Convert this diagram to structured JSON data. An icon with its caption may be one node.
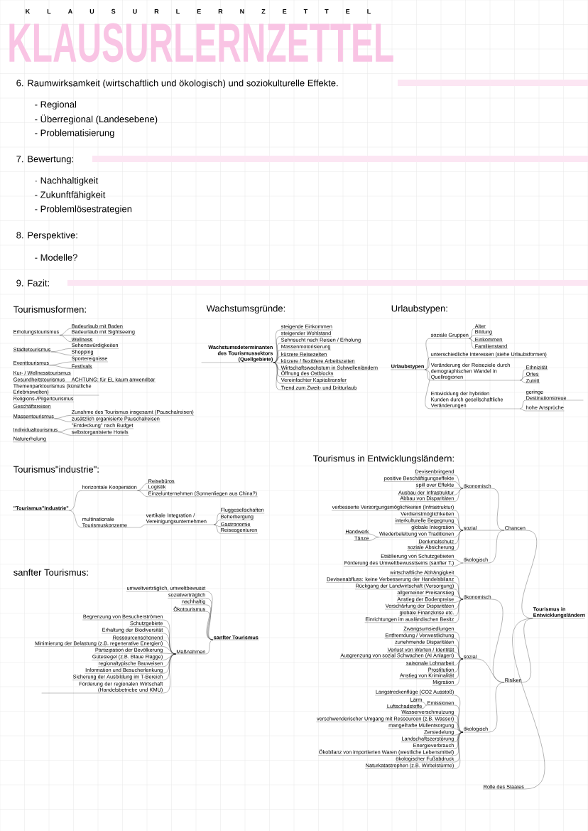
{
  "diagram": {
    "title": "KLAUSURLERNZETTEL",
    "nodes": [
      {
        "text": [
          "Erholungstourismus"
        ]
      },
      {
        "text": [
          "Badeurlaub mit Baden"
        ]
      },
      {
        "text": [
          "Badeurlaub mit Sightseeing"
        ]
      },
      {
        "text": [
          "Wellness"
        ]
      },
      {
        "text": [
          "Städtetourismus"
        ]
      },
      {
        "text": [
          "Sehenswürdigkeiten"
        ]
      },
      {
        "text": [
          "Shopping"
        ]
      },
      {
        "text": [
          "Eventtourismus"
        ]
      },
      {
        "text": [
          "Sportereignisse"
        ]
      },
      {
        "text": [
          "Festivals"
        ]
      },
      {
        "text": [
          "Kur- / Wellnesstourismus"
        ]
      },
      {
        "text": [
          "Gesundheitstourismus"
        ]
      },
      {
        "text": [
          "ACHTUNG: für EL kaum anwendbar"
        ]
      },
      {
        "text": [
          "Themenparktourismus (künstliche Erlebniswelten)"
        ]
      },
      {
        "text": [
          "Religions-/Pilgertourismus"
        ]
      },
      {
        "text": [
          "Geschäftsreisen"
        ]
      },
      {
        "text": [
          "Massentourismus"
        ]
      },
      {
        "text": [
          "Zunahme des Tourismus insgesamt (Pauschalreisen)"
        ]
      },
      {
        "text": [
          "zusätzlich organisierte Pauschalreisen"
        ]
      },
      {
        "text": [
          "Individualtourismus"
        ]
      },
      {
        "text": [
          "\"Entdeckung\" nach Budget"
        ]
      },
      {
        "text": [
          "selbstorganisierte Hotels"
        ]
      },
      {
        "text": [
          "Naturerholung"
        ]
      },
      {
        "text": [
          "Wachstumsdeterminanten des Tourismussektors (Quellgebiete)"
        ]
      },
      {
        "text": [
          "steigende Einkommen"
        ]
      },
      {
        "text": [
          "steigender Wohlstand"
        ]
      },
      {
        "text": [
          "Sehnsucht nach Reisen / Erholung"
        ]
      },
      {
        "text": [
          "Massenmotorisierung"
        ]
      },
      {
        "text": [
          "kürzere Reisezeiten"
        ]
      },
      {
        "text": [
          "kürzere / flexiblere Arbeitszeiten"
        ]
      },
      {
        "text": [
          "Wirtschaftswachstum in Schwellenländern"
        ]
      },
      {
        "text": [
          "Öffnung des Ostblocks"
        ]
      },
      {
        "text": [
          "Vereinfachter Kapitaltransfer"
        ]
      },
      {
        "text": [
          "Trend zum Zweit- und Dritturlaub"
        ]
      },
      {
        "text": [
          "Urlaubstypen"
        ]
      },
      {
        "text": [
          "soziale Gruppen"
        ]
      },
      {
        "text": [
          "Alter"
        ]
      },
      {
        "text": [
          "Bildung"
        ]
      },
      {
        "text": [
          "Einkommen"
        ]
      },
      {
        "text": [
          "Familienstand"
        ]
      },
      {
        "text": [
          "unterschiedliche Interessen (siehe Urlaubsformen)"
        ]
      },
      {
        "text": [
          "Veränderung der Reiseziele durch demographischen Wandel in Quellregionen"
        ]
      },
      {
        "text": [
          "Ethnizität"
        ]
      },
      {
        "text": [
          "Ortes"
        ]
      },
      {
        "text": [
          "Zutritt"
        ]
      },
      {
        "text": [
          "Entwicklung der hybriden Kunden durch gesellschaftliche Veränderungen"
        ]
      },
      {
        "text": [
          "geringe Destinationstreue"
        ]
      },
      {
        "text": [
          "hohe Ansprüche"
        ]
      },
      {
        "text": [
          "\"Tourismus\"Industrie\""
        ]
      },
      {
        "text": [
          "horizontale Kooperation"
        ]
      },
      {
        "text": [
          "Reisebüros"
        ]
      },
      {
        "text": [
          "Logistik"
        ]
      },
      {
        "text": [
          "Einzelunternehmen (Sonnenliegen aus China?)"
        ]
      },
      {
        "text": [
          "multinationale Tourismuskonzerne"
        ]
      },
      {
        "text": [
          "vertikale Integration / Vereinigungsunternehmen"
        ]
      },
      {
        "text": [
          "Fluggesellschaften"
        ]
      },
      {
        "text": [
          "Beherbergung"
        ]
      },
      {
        "text": [
          "Gastronomie"
        ]
      },
      {
        "text": [
          "Reiseagenturen"
        ]
      },
      {
        "text": [
          "sanfter Tourismus"
        ]
      },
      {
        "text": [
          "umweltverträglich, umweltbewusst"
        ]
      },
      {
        "text": [
          "sozialverträglich"
        ]
      },
      {
        "text": [
          "nachhaltig"
        ]
      },
      {
        "text": [
          "Ökotourismus"
        ]
      },
      {
        "text": [
          "Maßnahmen"
        ]
      },
      {
        "text": [
          "Begrenzung von Besucherströmen"
        ]
      },
      {
        "text": [
          "Schutzgebiete"
        ]
      },
      {
        "text": [
          "Erhaltung der Biodiversität"
        ]
      },
      {
        "text": [
          "Ressourcenschonend"
        ]
      },
      {
        "text": [
          "Minimierung der Belastung (z.B. regenerative Energien)"
        ]
      },
      {
        "text": [
          "Partizipation der Bevölkerung"
        ]
      },
      {
        "text": [
          "Gütesiegel (z.B. Blaue Flagge)"
        ]
      },
      {
        "text": [
          "regionaltypische Bauweisen"
        ]
      },
      {
        "text": [
          "Information und Besucherlenkung"
        ]
      },
      {
        "text": [
          "Sicherung der Ausbildung im T-Bereich"
        ]
      },
      {
        "text": [
          "Förderung der regionalen Wirtschaft (Handelsbetriebe und KMU)"
        ]
      },
      {
        "text": [
          "Tourismus in Entwicklungsländern"
        ]
      },
      {
        "text": [
          "Chancen"
        ]
      },
      {
        "text": [
          "Risiken"
        ]
      },
      {
        "text": [
          "Rolle des Staates"
        ]
      },
      {
        "text": [
          "ökonomisch"
        ]
      },
      {
        "text": [
          "Devisenbringend"
        ]
      },
      {
        "text": [
          "positive Beschäftigungseffekte"
        ]
      },
      {
        "text": [
          "spill over Effekte"
        ]
      },
      {
        "text": [
          "Ausbau der Infrastruktur"
        ]
      },
      {
        "text": [
          "Abbau von Disparitäten"
        ]
      },
      {
        "text": [
          "sozial"
        ]
      },
      {
        "text": [
          "verbesserte Versorgungsmöglichkeiten (Infrastruktur)"
        ]
      },
      {
        "text": [
          "Verdienstmöglichkeiten"
        ]
      },
      {
        "text": [
          "interkulturelle Begegnung"
        ]
      },
      {
        "text": [
          "globale Integration"
        ]
      },
      {
        "text": [
          "Wiederbelebung von Traditionen"
        ]
      },
      {
        "text": [
          "Handwerk"
        ]
      },
      {
        "text": [
          "Tänze"
        ]
      },
      {
        "text": [
          "Denkmalschutz"
        ]
      },
      {
        "text": [
          "soziale Absicherung"
        ]
      },
      {
        "text": [
          "ökologisch"
        ]
      },
      {
        "text": [
          "Etablierung von Schutzgebieten"
        ]
      },
      {
        "text": [
          "Förderung des Umweltbewusstseins (sanfter T.)"
        ]
      },
      {
        "text": [
          "ökonomisch"
        ]
      },
      {
        "text": [
          "wirtschaftliche Abhängigkeit"
        ]
      },
      {
        "text": [
          "Devisenabfluss: keine Verbesserung der Handelsbilanz"
        ]
      },
      {
        "text": [
          "Rückgang der Landwirtschaft (Versorgung)"
        ]
      },
      {
        "text": [
          "allgemeiner Preisanstieg"
        ]
      },
      {
        "text": [
          "Anstieg der Bodenpreise"
        ]
      },
      {
        "text": [
          "Verschärfung der Disparitäten"
        ]
      },
      {
        "text": [
          "globale Finanzkrise etc."
        ]
      },
      {
        "text": [
          "Einrichtungen im ausländischen Besitz"
        ]
      },
      {
        "text": [
          "sozial"
        ]
      },
      {
        "text": [
          "Zwangsumsiedlungen"
        ]
      },
      {
        "text": [
          "Entfremdung / Verwestlichung"
        ]
      },
      {
        "text": [
          "zunehmende Disparitäten"
        ]
      },
      {
        "text": [
          "Verlust von Werten / Identität"
        ]
      },
      {
        "text": [
          "Ausgrenzung von sozial Schwachen (AI Anlagen)"
        ]
      },
      {
        "text": [
          "saisonale Lohnarbeit"
        ]
      },
      {
        "text": [
          "Prostitution"
        ]
      },
      {
        "text": [
          "Anstieg von Kriminalität"
        ]
      },
      {
        "text": [
          "Migration"
        ]
      },
      {
        "text": [
          "ökologisch"
        ]
      },
      {
        "text": [
          "Langstreckenflüge (CO2 Ausstoß)"
        ]
      },
      {
        "text": [
          "Emissionen"
        ]
      },
      {
        "text": [
          "Lärm"
        ]
      },
      {
        "text": [
          "Luftschadstoffe"
        ]
      },
      {
        "text": [
          "Wasserverschmutzung"
        ]
      },
      {
        "text": [
          "verschwenderischer Umgang mit Ressourcen (z.B. Wasser)"
        ]
      },
      {
        "text": [
          "mangelhafte Müllentsorgung"
        ]
      },
      {
        "text": [
          "Zersiedelung"
        ]
      },
      {
        "text": [
          "Landschaftszerstörung"
        ]
      },
      {
        "text": [
          "Energieverbrauch"
        ]
      },
      {
        "text": [
          "Ökobilanz von importierten Waren (westliche Lebensmittel)"
        ]
      },
      {
        "text": [
          "ökologischer Fußabdruck"
        ]
      },
      {
        "text": [
          "Naturkatastrophen (z.B. Wirbelstürme)"
        ]
      }
    ],
    "edges": [
      {
        "from": 0,
        "to": 1,
        "arrow": "none"
      },
      {
        "from": 0,
        "to": 2,
        "arrow": "none"
      },
      {
        "from": 0,
        "to": 3,
        "arrow": "none"
      },
      {
        "from": 4,
        "to": 5,
        "arrow": "none"
      },
      {
        "from": 4,
        "to": 6,
        "arrow": "none"
      },
      {
        "from": 7,
        "to": 8,
        "arrow": "none"
      },
      {
        "from": 7,
        "to": 9,
        "arrow": "none"
      },
      {
        "from": 11,
        "to": 12,
        "arrow": "none"
      },
      {
        "from": 16,
        "to": 17,
        "arrow": "none"
      },
      {
        "from": 16,
        "to": 18,
        "arrow": "none"
      },
      {
        "from": 19,
        "to": 20,
        "arrow": "none"
      },
      {
        "from": 19,
        "to": 21,
        "arrow": "none"
      },
      {
        "from": 23,
        "to": 24,
        "arrow": "none"
      },
      {
        "from": 23,
        "to": 25,
        "arrow": "none"
      },
      {
        "from": 23,
        "to": 26,
        "arrow": "none"
      },
      {
        "from": 23,
        "to": 27,
        "arrow": "none"
      },
      {
        "from": 23,
        "to": 28,
        "arrow": "none"
      },
      {
        "from": 23,
        "to": 29,
        "arrow": "none"
      },
      {
        "from": 23,
        "to": 30,
        "arrow": "none"
      },
      {
        "from": 23,
        "to": 31,
        "arrow": "none"
      },
      {
        "from": 23,
        "to": 32,
        "arrow": "none"
      },
      {
        "from": 23,
        "to": 33,
        "arrow": "none"
      },
      {
        "from": 34,
        "to": 35,
        "arrow": "none"
      },
      {
        "from": 35,
        "to": 36,
        "arrow": "none"
      },
      {
        "from": 35,
        "to": 37,
        "arrow": "none"
      },
      {
        "from": 35,
        "to": 38,
        "arrow": "none"
      },
      {
        "from": 35,
        "to": 39,
        "arrow": "none"
      },
      {
        "from": 34,
        "to": 40,
        "arrow": "none"
      },
      {
        "from": 34,
        "to": 41,
        "arrow": "none"
      },
      {
        "from": 41,
        "to": 42,
        "arrow": "none"
      },
      {
        "from": 41,
        "to": 43,
        "arrow": "none"
      },
      {
        "from": 41,
        "to": 44,
        "arrow": "none"
      },
      {
        "from": 34,
        "to": 45,
        "arrow": "none"
      },
      {
        "from": 45,
        "to": 46,
        "arrow": "none"
      },
      {
        "from": 45,
        "to": 47,
        "arrow": "none"
      },
      {
        "from": 48,
        "to": 49,
        "arrow": "none"
      },
      {
        "from": 49,
        "to": 50,
        "arrow": "none"
      },
      {
        "from": 49,
        "to": 51,
        "arrow": "none"
      },
      {
        "from": 49,
        "to": 52,
        "arrow": "none"
      },
      {
        "from": 48,
        "to": 53,
        "arrow": "none"
      },
      {
        "from": 53,
        "to": 54,
        "arrow": "none"
      },
      {
        "from": 54,
        "to": 55,
        "arrow": "none"
      },
      {
        "from": 54,
        "to": 56,
        "arrow": "none"
      },
      {
        "from": 54,
        "to": 57,
        "arrow": "none"
      },
      {
        "from": 54,
        "to": 58,
        "arrow": "none"
      },
      {
        "from": 59,
        "to": 60,
        "arrow": "none"
      },
      {
        "from": 59,
        "to": 61,
        "arrow": "none"
      },
      {
        "from": 59,
        "to": 62,
        "arrow": "none"
      },
      {
        "from": 59,
        "to": 63,
        "arrow": "none"
      },
      {
        "from": 59,
        "to": 64,
        "arrow": "none"
      },
      {
        "from": 64,
        "to": 65,
        "arrow": "none"
      },
      {
        "from": 64,
        "to": 66,
        "arrow": "none"
      },
      {
        "from": 64,
        "to": 67,
        "arrow": "none"
      },
      {
        "from": 64,
        "to": 68,
        "arrow": "none"
      },
      {
        "from": 64,
        "to": 69,
        "arrow": "none"
      },
      {
        "from": 64,
        "to": 70,
        "arrow": "none"
      },
      {
        "from": 64,
        "to": 71,
        "arrow": "none"
      },
      {
        "from": 64,
        "to": 72,
        "arrow": "none"
      },
      {
        "from": 64,
        "to": 73,
        "arrow": "none"
      },
      {
        "from": 64,
        "to": 74,
        "arrow": "none"
      },
      {
        "from": 64,
        "to": 75,
        "arrow": "none"
      },
      {
        "from": 76,
        "to": 77,
        "arrow": "none"
      },
      {
        "from": 76,
        "to": 78,
        "arrow": "none"
      },
      {
        "from": 76,
        "to": 79,
        "arrow": "none"
      },
      {
        "from": 77,
        "to": 80,
        "arrow": "none"
      },
      {
        "from": 80,
        "to": 81,
        "arrow": "none"
      },
      {
        "from": 80,
        "to": 82,
        "arrow": "none"
      },
      {
        "from": 80,
        "to": 83,
        "arrow": "none"
      },
      {
        "from": 80,
        "to": 84,
        "arrow": "none"
      },
      {
        "from": 80,
        "to": 85,
        "arrow": "none"
      },
      {
        "from": 77,
        "to": 86,
        "arrow": "none"
      },
      {
        "from": 86,
        "to": 87,
        "arrow": "none"
      },
      {
        "from": 86,
        "to": 88,
        "arrow": "none"
      },
      {
        "from": 86,
        "to": 89,
        "arrow": "none"
      },
      {
        "from": 86,
        "to": 90,
        "arrow": "none"
      },
      {
        "from": 86,
        "to": 91,
        "arrow": "none"
      },
      {
        "from": 91,
        "to": 92,
        "arrow": "none"
      },
      {
        "from": 91,
        "to": 93,
        "arrow": "none"
      },
      {
        "from": 86,
        "to": 94,
        "arrow": "none"
      },
      {
        "from": 86,
        "to": 95,
        "arrow": "none"
      },
      {
        "from": 77,
        "to": 96,
        "arrow": "none"
      },
      {
        "from": 96,
        "to": 97,
        "arrow": "none"
      },
      {
        "from": 96,
        "to": 98,
        "arrow": "none"
      },
      {
        "from": 78,
        "to": 99,
        "arrow": "none"
      },
      {
        "from": 99,
        "to": 100,
        "arrow": "none"
      },
      {
        "from": 99,
        "to": 101,
        "arrow": "none"
      },
      {
        "from": 99,
        "to": 102,
        "arrow": "none"
      },
      {
        "from": 99,
        "to": 103,
        "arrow": "none"
      },
      {
        "from": 99,
        "to": 104,
        "arrow": "none"
      },
      {
        "from": 99,
        "to": 105,
        "arrow": "none"
      },
      {
        "from": 99,
        "to": 106,
        "arrow": "none"
      },
      {
        "from": 99,
        "to": 107,
        "arrow": "none"
      },
      {
        "from": 78,
        "to": 108,
        "arrow": "none"
      },
      {
        "from": 108,
        "to": 109,
        "arrow": "none"
      },
      {
        "from": 108,
        "to": 110,
        "arrow": "none"
      },
      {
        "from": 108,
        "to": 111,
        "arrow": "none"
      },
      {
        "from": 108,
        "to": 112,
        "arrow": "none"
      },
      {
        "from": 108,
        "to": 113,
        "arrow": "none"
      },
      {
        "from": 108,
        "to": 114,
        "arrow": "none"
      },
      {
        "from": 108,
        "to": 115,
        "arrow": "none"
      },
      {
        "from": 108,
        "to": 116,
        "arrow": "none"
      },
      {
        "from": 108,
        "to": 117,
        "arrow": "none"
      },
      {
        "from": 78,
        "to": 118,
        "arrow": "none"
      },
      {
        "from": 118,
        "to": 119,
        "arrow": "none"
      },
      {
        "from": 118,
        "to": 120,
        "arrow": "none"
      },
      {
        "from": 120,
        "to": 121,
        "arrow": "none"
      },
      {
        "from": 120,
        "to": 122,
        "arrow": "none"
      },
      {
        "from": 118,
        "to": 123,
        "arrow": "none"
      },
      {
        "from": 118,
        "to": 124,
        "arrow": "none"
      },
      {
        "from": 118,
        "to": 125,
        "arrow": "none"
      },
      {
        "from": 118,
        "to": 126,
        "arrow": "none"
      },
      {
        "from": 118,
        "to": 127,
        "arrow": "none"
      },
      {
        "from": 118,
        "to": 128,
        "arrow": "none"
      },
      {
        "from": 118,
        "to": 129,
        "arrow": "none"
      },
      {
        "from": 118,
        "to": 130,
        "arrow": "none"
      },
      {
        "from": 118,
        "to": 131,
        "arrow": "none"
      }
    ],
    "labels": [
      "K L A U S U R L E R N Z E T T E L",
      "6. Raumwirksamkeit (wirtschaftlich und ökologisch) und soziokulturelle Effekte.",
      "- Regional",
      "- Überregional (Landesebene)",
      "- Problematisierung",
      "7. Bewertung:",
      "· Nachhaltigkeit",
      "- Zukunftfähigkeit",
      "- Problemlösestrategien",
      "8. Perspektive:",
      "- Modelle?",
      "9. Fazit:",
      "Tourismusformen:",
      "Wachstumsgründe:",
      "Urlaubstypen:",
      "Tourismus in Entwicklungsländern:",
      "Tourismus\"industrie\":",
      "sanfter Tourismus:"
    ]
  }
}
